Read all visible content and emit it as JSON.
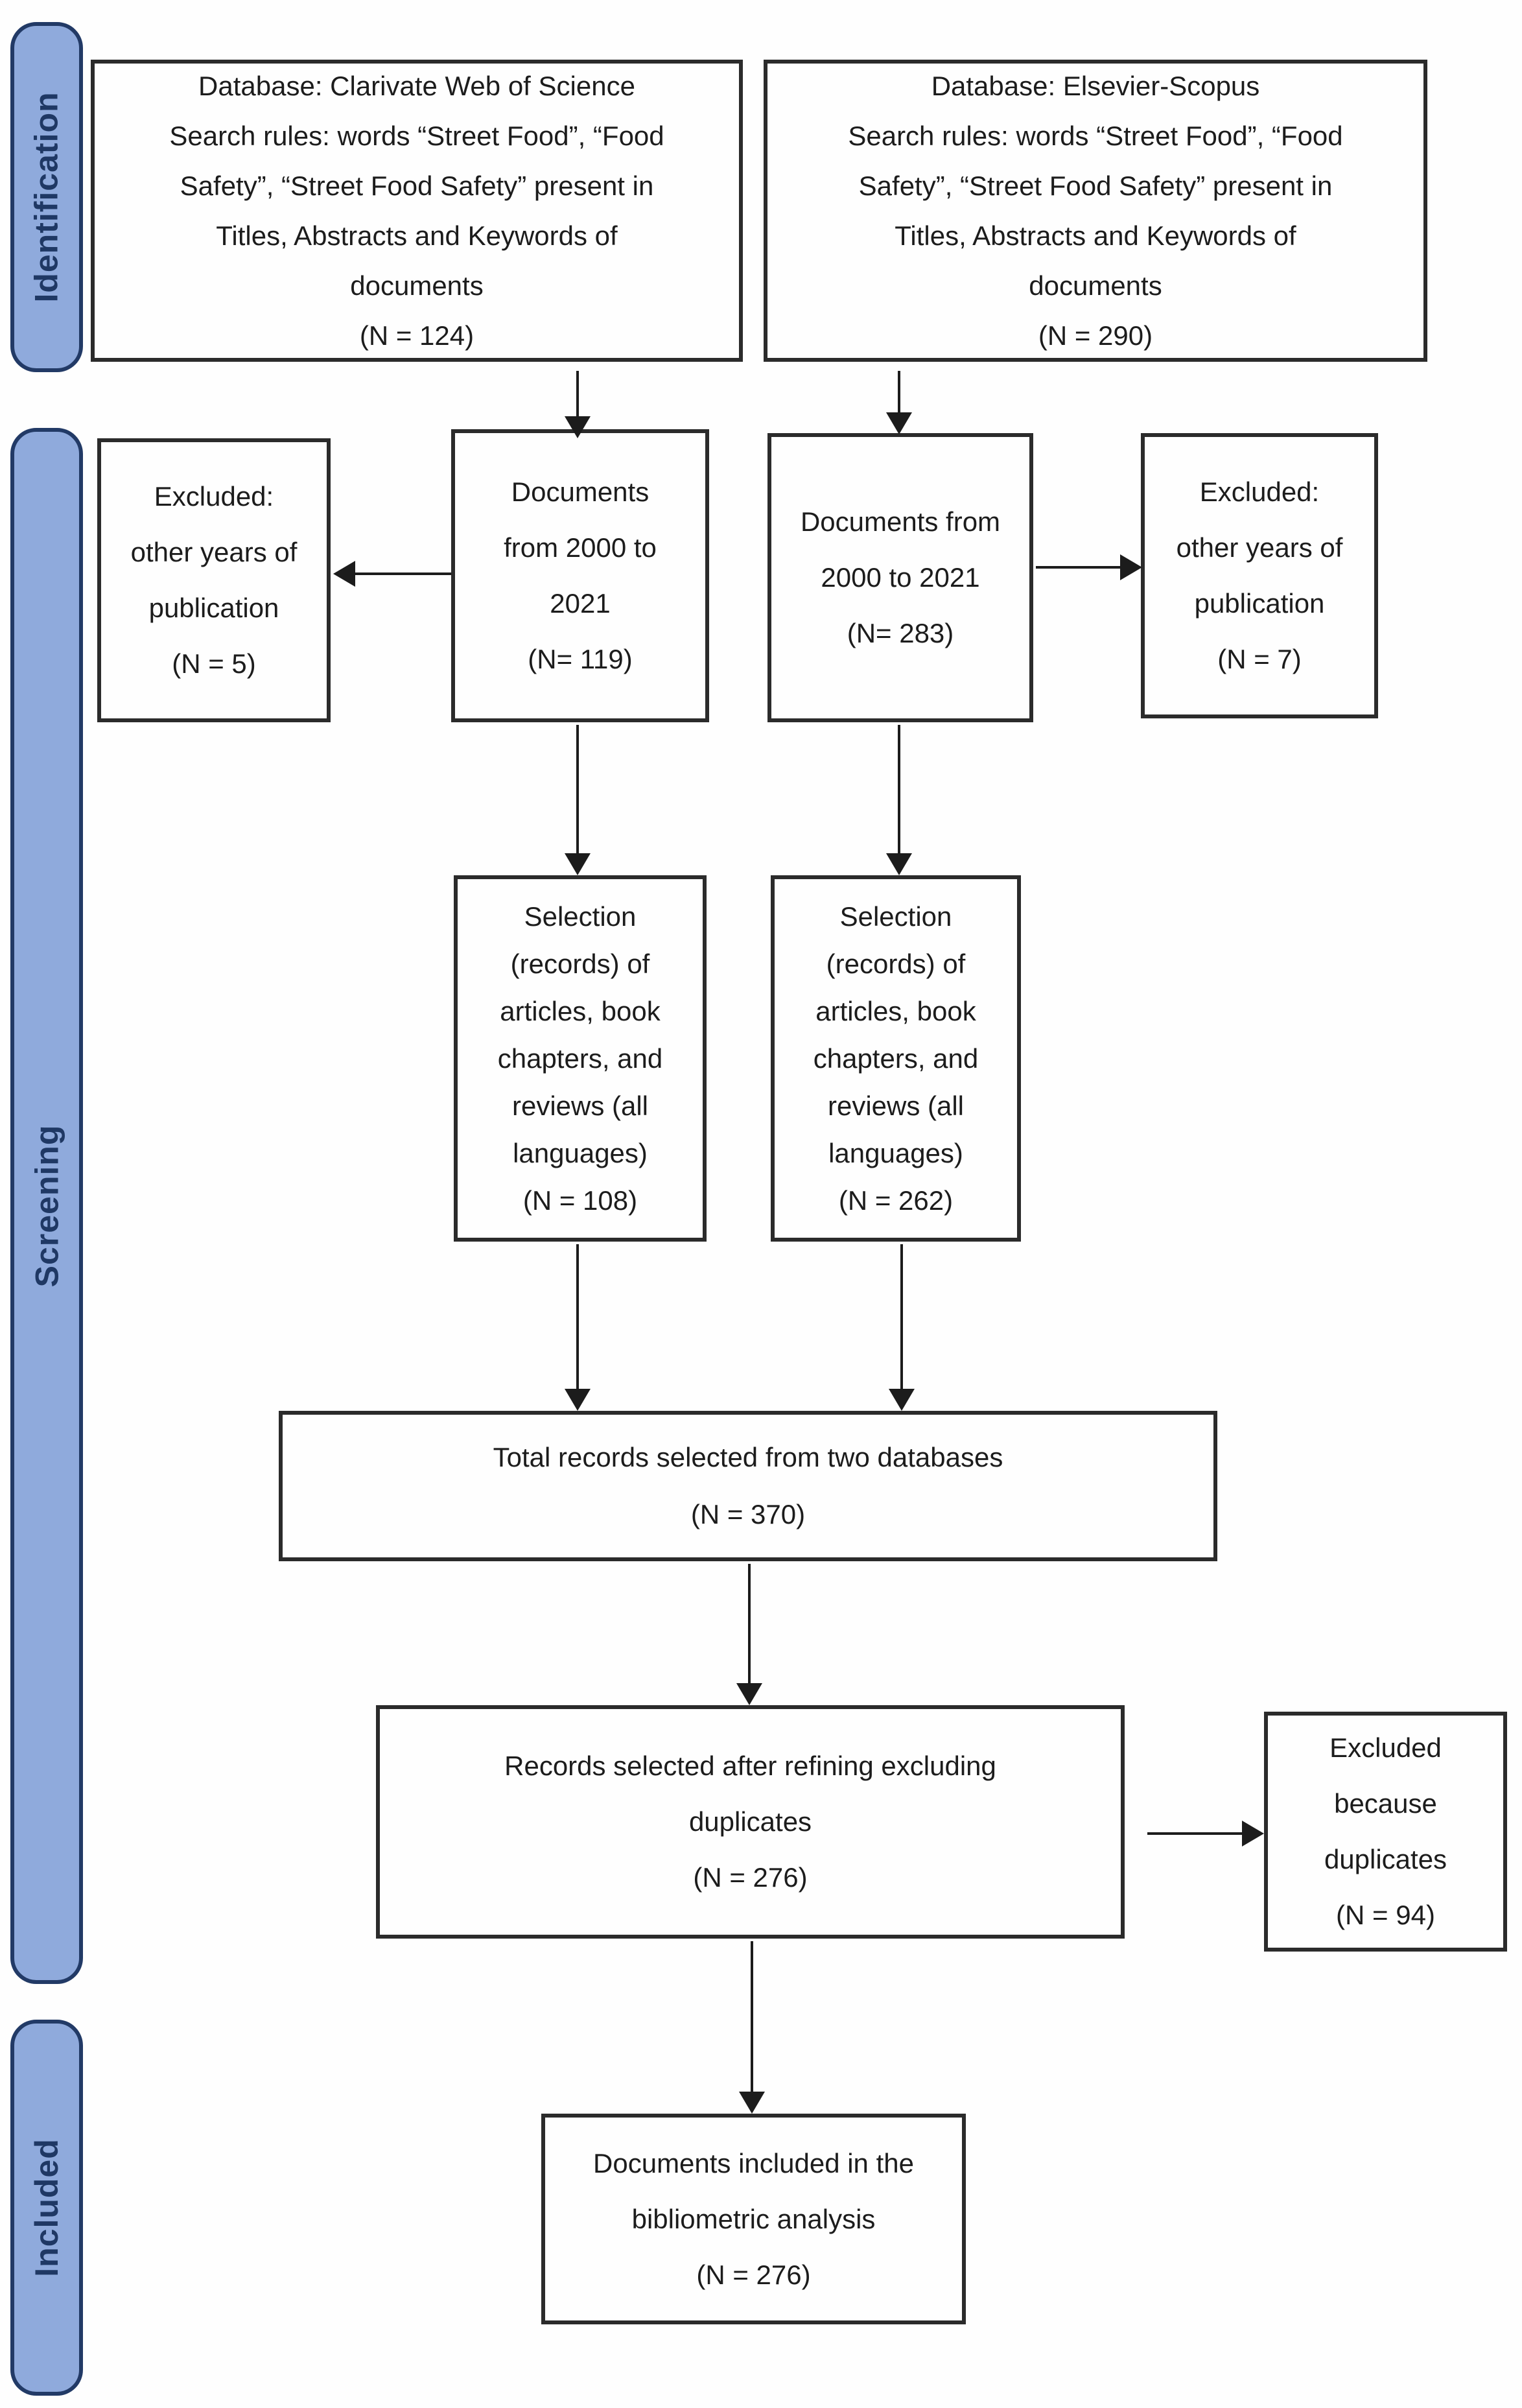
{
  "stages": {
    "identification": "Identification",
    "screening": "Screening",
    "included": "Included"
  },
  "boxes": {
    "wos_search": {
      "text": "Database: Clarivate Web of Science\nSearch rules: words “Street Food”, “Food\nSafety”, “Street Food Safety” present in\nTitles, Abstracts and Keywords of\ndocuments\n(N = 124)",
      "n": 124
    },
    "scopus_search": {
      "text": "Database: Elsevier-Scopus\nSearch rules: words “Street Food”, “Food\nSafety”, “Street Food Safety” present in\nTitles, Abstracts and Keywords of\ndocuments\n(N = 290)",
      "n": 290
    },
    "wos_excluded_years": {
      "text": "Excluded:\nother years of\npublication\n(N = 5)",
      "n": 5
    },
    "wos_year_filtered": {
      "text": "Documents\nfrom 2000 to\n2021\n(N= 119)",
      "n": 119
    },
    "scopus_year_filtered": {
      "text": "Documents from\n2000 to 2021\n(N= 283)",
      "n": 283
    },
    "scopus_excluded_years": {
      "text": "Excluded:\nother years of\npublication\n(N = 7)",
      "n": 7
    },
    "wos_selection": {
      "text": "Selection\n(records) of\narticles, book\nchapters, and\nreviews (all\nlanguages)\n(N = 108)",
      "n": 108
    },
    "scopus_selection": {
      "text": "Selection\n(records) of\narticles, book\nchapters, and\nreviews (all\nlanguages)\n(N = 262)",
      "n": 262
    },
    "total_records": {
      "text": "Total records selected from two databases\n(N = 370)",
      "n": 370
    },
    "deduplicated": {
      "text": "Records selected after refining excluding\nduplicates\n(N = 276)",
      "n": 276
    },
    "excluded_duplicates": {
      "text": "Excluded\nbecause\nduplicates\n(N = 94)",
      "n": 94
    },
    "included_final": {
      "text": "Documents included in the\nbibliometric analysis\n(N = 276)",
      "n": 276
    }
  },
  "colors": {
    "stage_bar_fill": "#8FAADC",
    "stage_bar_border": "#223A66",
    "stage_bar_text": "#1F3864",
    "box_border": "#2B2B2B",
    "box_text": "#1C1C1C",
    "arrow": "#1C1C1C",
    "background": "#FEFEFE"
  }
}
